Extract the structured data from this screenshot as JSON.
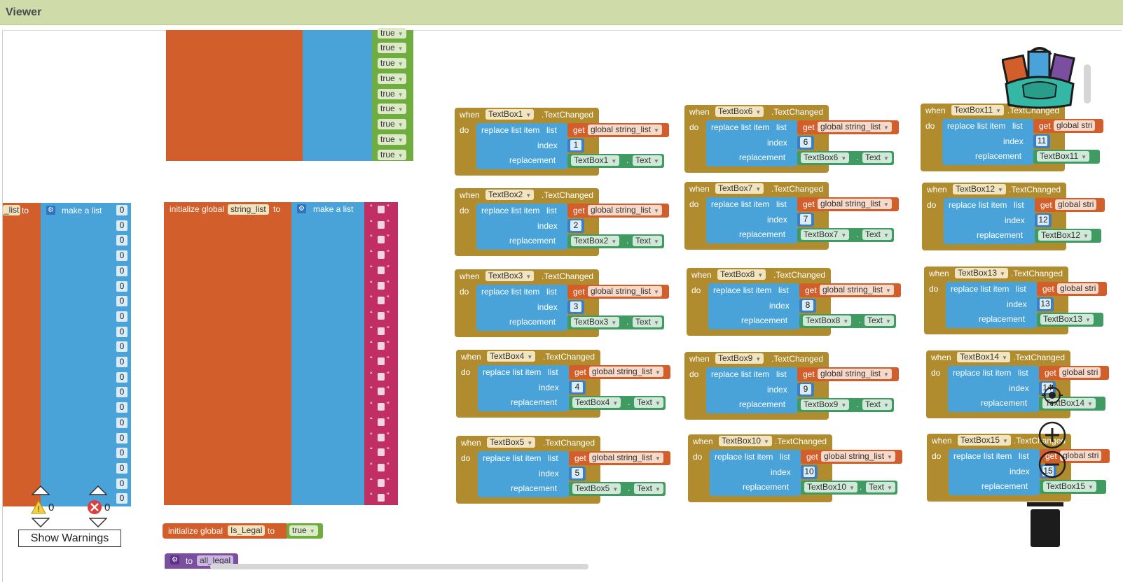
{
  "viewer": {
    "title": "Viewer"
  },
  "warnings": {
    "warn_count": "0",
    "error_count": "0",
    "button_label": "Show Warnings"
  },
  "palette": {
    "orange": "#d25f2b",
    "blue": "#4aa3d8",
    "green": "#6fae3e",
    "magenta": "#c12f62",
    "event": "#b18c2e",
    "procedure": "#7a4fa0"
  },
  "blocks": {
    "true_label": "true",
    "left_list": {
      "var_suffix": "_list",
      "to": "to",
      "make_list": "make a list",
      "zero": "0"
    },
    "string_list": {
      "init": "initialize global",
      "name": "string_list",
      "to": "to",
      "make_list": "make a list"
    },
    "is_legal": {
      "init": "initialize global",
      "name": "Is_Legal",
      "to": "to",
      "value": "true"
    },
    "all_legal": {
      "to": "to",
      "name": "all_legal"
    }
  },
  "event_labels": {
    "when": "when",
    "event_suffix": ".TextChanged",
    "do": "do",
    "replace": "replace list item",
    "list": "list",
    "index": "index",
    "replacement": "replacement",
    "get": "get",
    "get_target": "global string_list",
    "get_target_short": "global stri",
    "text": "Text",
    "textbox1": "TextBox1",
    "textbox2": "TextBox2",
    "textbox3": "TextBox3",
    "textbox4": "TextBox4",
    "textbox5": "TextBox5",
    "textbox6": "TextBox6",
    "textbox7": "TextBox7",
    "textbox8": "TextBox8",
    "textbox9": "TextBox9",
    "textbox10": "TextBox10",
    "textbox11": "TextBox11",
    "textbox12": "TextBox12",
    "textbox13": "TextBox13",
    "textbox14": "TextBox14",
    "textbox15": "TextBox15",
    "n1": "1",
    "n2": "2",
    "n3": "3",
    "n4": "4",
    "n5": "5",
    "n6": "6",
    "n7": "7",
    "n8": "8",
    "n9": "9",
    "n10": "10",
    "n11": "11",
    "n12": "12",
    "n13": "13",
    "n14": "14",
    "n15": "15"
  }
}
